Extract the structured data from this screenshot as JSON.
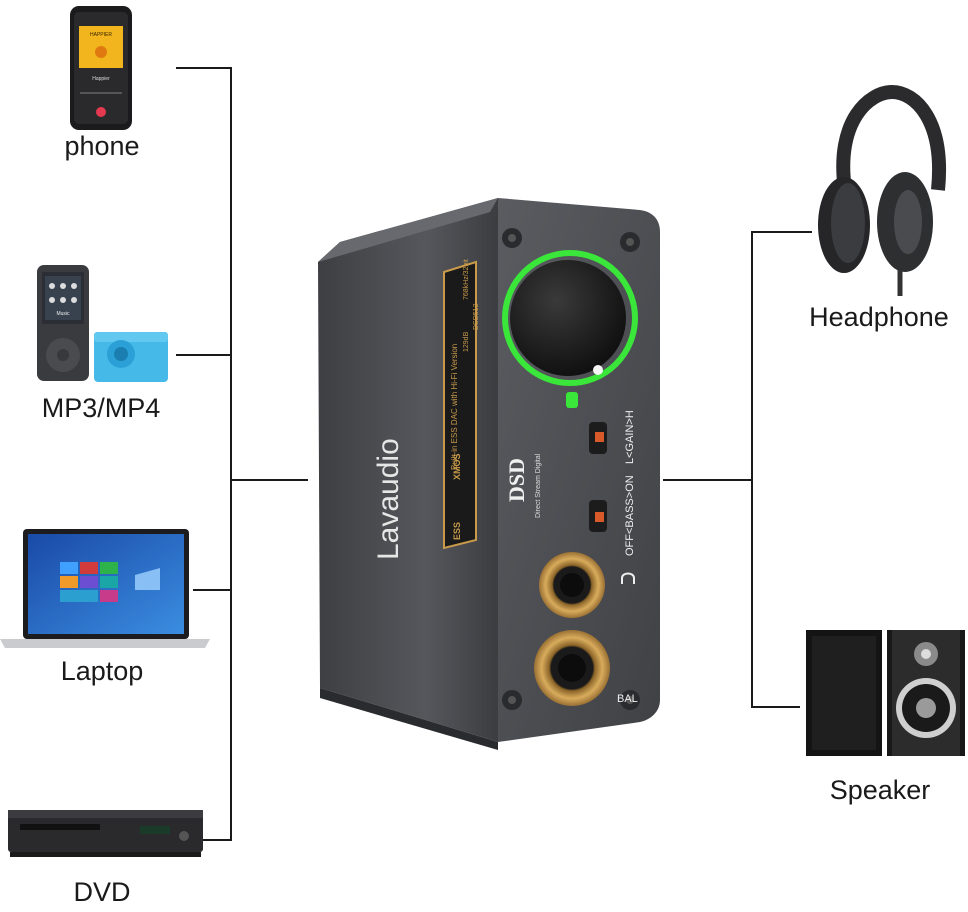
{
  "sources": [
    {
      "label": "phone",
      "icon": "smartphone-icon"
    },
    {
      "label": "MP3/MP4",
      "icon": "mp3-player-icon"
    },
    {
      "label": "Laptop",
      "icon": "laptop-icon"
    },
    {
      "label": "DVD",
      "icon": "dvd-player-icon"
    }
  ],
  "outputs": [
    {
      "label": "Headphone",
      "icon": "headphones-icon"
    },
    {
      "label": "Speaker",
      "icon": "speaker-icon"
    }
  ],
  "device": {
    "brand": "Lavaudio",
    "dsd_logo": "DSD",
    "dsd_caption": "Direct Stream Digital",
    "gain_switch": "L<GAIN>H",
    "bass_switch": "OFF<BASS>ON",
    "balanced_label": "BAL",
    "spec_title": "Built-in ESS DAC with Hi-Fi Version",
    "spec_lines": [
      "129dB",
      "768kHz/32bit",
      "DSD512"
    ],
    "chip_labels": [
      "ESS",
      "XMOS"
    ]
  },
  "phone_screen": {
    "title": "HAPPIER",
    "song": "Happier"
  },
  "mp3_screen": {
    "text": "Music"
  },
  "colors": {
    "accent_ring": "#39e639",
    "device_body": "#4a4c50",
    "gold": "#c89a4a",
    "connector": "#1a1a1a"
  }
}
